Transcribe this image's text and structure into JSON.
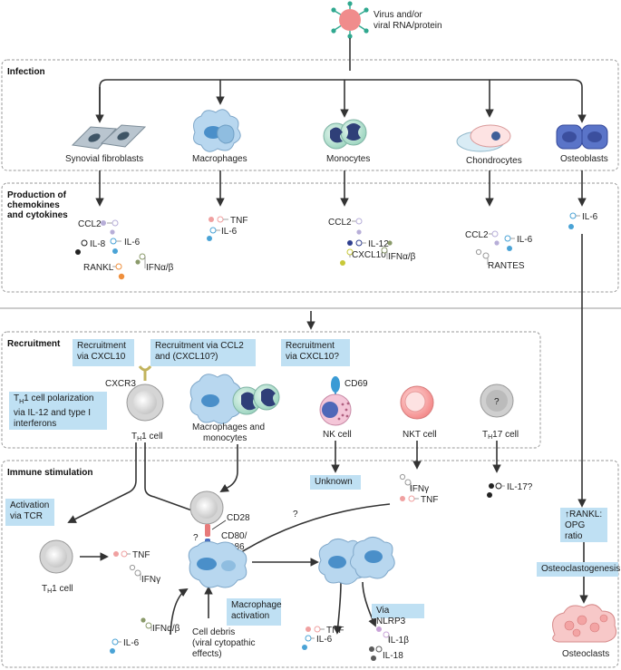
{
  "source": {
    "text": "Virus and/or viral RNA/protein"
  },
  "sections": {
    "infection": "Infection",
    "production": [
      "Production of",
      "chemokines",
      "and cytokines"
    ],
    "recruitment": "Recruitment",
    "immune": "Immune stimulation"
  },
  "cells": {
    "synovial_fibroblasts": "Synovial fibroblasts",
    "macrophages": "Macrophages",
    "monocytes": "Monocytes",
    "chondrocytes": "Chondrocytes",
    "osteoblasts": "Osteoblasts",
    "th1_cell_main": "1 cell",
    "mac_mono": [
      "Macrophages and",
      "monocytes"
    ],
    "nk_cell": "NK cell",
    "nkt_cell": "NKT cell",
    "th17_cell": "17 cell",
    "th1_cell_left": "1 cell",
    "osteoclasts": "Osteoclasts",
    "unknown_symbol": "?"
  },
  "th_prefix": "T",
  "th_subscript": "H",
  "cytokines": {
    "fib": {
      "ccl2": "CCL2",
      "il8": "IL-8",
      "il6": "IL-6",
      "rankl": "RANKL",
      "ifn": "IFNα/β"
    },
    "mac": {
      "tnf": "TNF",
      "il6": "IL-6"
    },
    "mono": {
      "ccl2": "CCL2",
      "il12": "IL-12",
      "cxcl10": "CXCL10",
      "ifn": "IFNα/β"
    },
    "chon": {
      "ccl2": "CCL2",
      "il6": "IL-6",
      "rantes": "RANTES"
    },
    "ost": {
      "il6": "IL-6"
    },
    "nkt": {
      "ifng": "IFNγ",
      "tnf": "TNF"
    },
    "th17": {
      "il17": "IL-17?"
    },
    "th1": {
      "tnf": "TNF",
      "ifng": "IFNγ"
    },
    "center": {
      "ifn": "IFNα/β",
      "il6": "IL-6"
    },
    "out": {
      "tnf": "TNF",
      "il6": "IL-6",
      "il1b": "IL-1β",
      "il18": "IL-18"
    }
  },
  "markers": {
    "cxcr3": "CXCR3",
    "cd69": "CD69",
    "cd28": "CD28",
    "cd80": "CD80/",
    "cd86": "CD86",
    "q1": "?",
    "q2": "?"
  },
  "debris": [
    "Cell debris",
    "(viral cytopathic",
    "effects)"
  ],
  "callouts": {
    "rec_cxcl10": "Recruitment via CXCL10",
    "rec_ccl2": "Recruitment via CCL2 and (CXCL10?)",
    "rec_cxcl10q": "Recruitment via CXCL10?",
    "th1_polar": "1 cell polarization via IL-12 and type I interferons",
    "activation_tcr": "Activation via TCR",
    "unknown": "Unknown",
    "mac_act": "Macrophage activation",
    "nlrp3": "Via NLRP3",
    "osteoclastogenesis": "Osteoclastogenesis"
  },
  "rankl_ratio": {
    "arrow": "↑",
    "line1": "RANKL:",
    "line2": "OPG",
    "line3": "ratio"
  },
  "colors": {
    "virus": "#f08c8c",
    "virus_spike": "#2fa88f",
    "cell_blue": "#5aaad8",
    "callout": "#bfe0f3",
    "section_border": "#9a9a9a",
    "dot_lavender": "#b7aed8",
    "dot_blue": "#4aa3d6",
    "dot_black": "#222222",
    "dot_orange": "#ef8f3c",
    "dot_olive": "#8a9a6a",
    "dot_navy": "#2f3f8f",
    "dot_yellow": "#c8c838",
    "dot_pink": "#f0a0a0",
    "dot_purple": "#c9a3d8",
    "dot_gray": "#5a5a5a"
  }
}
